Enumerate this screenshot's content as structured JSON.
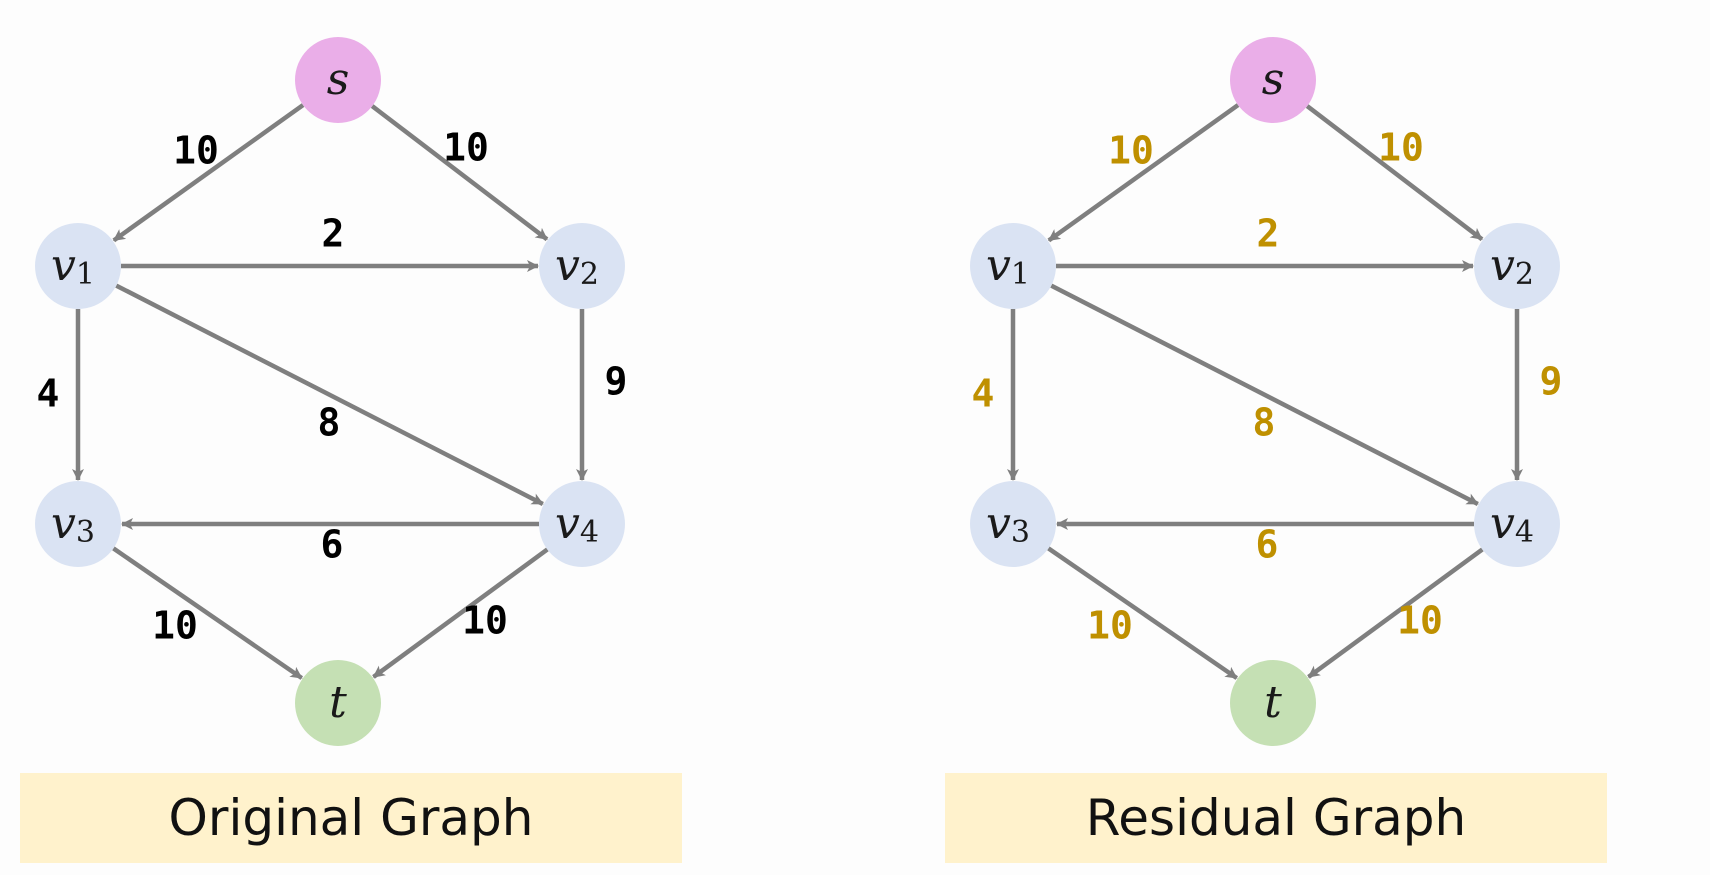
{
  "colors": {
    "edge": "#7f7f7f",
    "node_default": "#dae3f3",
    "node_source": "#eaaee8",
    "node_sink": "#c5e0b4",
    "caption_bg": "#fff2cc",
    "label_original": "#000000",
    "label_residual": "#bf9000"
  },
  "graphs": [
    {
      "caption": "Original Graph",
      "label_color": "#000000",
      "nodes": [
        {
          "id": "s",
          "label": "s",
          "sub": "",
          "kind": "source"
        },
        {
          "id": "v1",
          "label": "v",
          "sub": "1",
          "kind": "default"
        },
        {
          "id": "v2",
          "label": "v",
          "sub": "2",
          "kind": "default"
        },
        {
          "id": "v3",
          "label": "v",
          "sub": "3",
          "kind": "default"
        },
        {
          "id": "v4",
          "label": "v",
          "sub": "4",
          "kind": "default"
        },
        {
          "id": "t",
          "label": "t",
          "sub": "",
          "kind": "sink"
        }
      ],
      "edges": [
        {
          "from": "s",
          "to": "v1",
          "capacity": "10"
        },
        {
          "from": "s",
          "to": "v2",
          "capacity": "10"
        },
        {
          "from": "v1",
          "to": "v2",
          "capacity": "2"
        },
        {
          "from": "v1",
          "to": "v3",
          "capacity": "4"
        },
        {
          "from": "v1",
          "to": "v4",
          "capacity": "8"
        },
        {
          "from": "v2",
          "to": "v4",
          "capacity": "9"
        },
        {
          "from": "v4",
          "to": "v3",
          "capacity": "6"
        },
        {
          "from": "v3",
          "to": "t",
          "capacity": "10"
        },
        {
          "from": "v4",
          "to": "t",
          "capacity": "10"
        }
      ]
    },
    {
      "caption": "Residual Graph",
      "label_color": "#bf9000",
      "nodes": [
        {
          "id": "s",
          "label": "s",
          "sub": "",
          "kind": "source"
        },
        {
          "id": "v1",
          "label": "v",
          "sub": "1",
          "kind": "default"
        },
        {
          "id": "v2",
          "label": "v",
          "sub": "2",
          "kind": "default"
        },
        {
          "id": "v3",
          "label": "v",
          "sub": "3",
          "kind": "default"
        },
        {
          "id": "v4",
          "label": "v",
          "sub": "4",
          "kind": "default"
        },
        {
          "id": "t",
          "label": "t",
          "sub": "",
          "kind": "sink"
        }
      ],
      "edges": [
        {
          "from": "s",
          "to": "v1",
          "capacity": "10"
        },
        {
          "from": "s",
          "to": "v2",
          "capacity": "10"
        },
        {
          "from": "v1",
          "to": "v2",
          "capacity": "2"
        },
        {
          "from": "v1",
          "to": "v3",
          "capacity": "4"
        },
        {
          "from": "v1",
          "to": "v4",
          "capacity": "8"
        },
        {
          "from": "v2",
          "to": "v4",
          "capacity": "9"
        },
        {
          "from": "v4",
          "to": "v3",
          "capacity": "6"
        },
        {
          "from": "v3",
          "to": "t",
          "capacity": "10"
        },
        {
          "from": "v4",
          "to": "t",
          "capacity": "10"
        }
      ]
    }
  ]
}
